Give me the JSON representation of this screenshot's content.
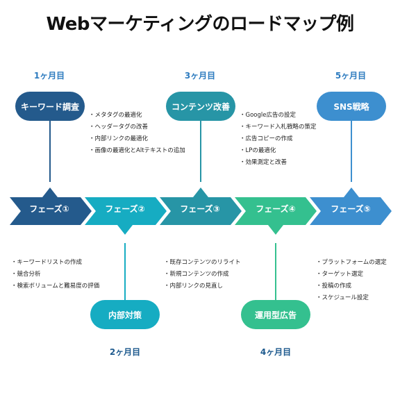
{
  "title": "Webマーケティングのロードマップ例",
  "colors": {
    "phase1": "#245a8c",
    "phase2": "#16acc2",
    "phase3": "#2795a6",
    "phase4": "#34c08f",
    "phase5": "#3d8fcf",
    "month_top": "#2d7bbf",
    "month_bottom": "#1e5a8e"
  },
  "phases": [
    {
      "label": "フェーズ①",
      "month": "1ヶ月目",
      "theme": "キーワード調査",
      "tasks": [
        "キーワードリストの作成",
        "競合分析",
        "検索ボリュームと難易度の評価"
      ],
      "subtasks": [
        "メタタグの最適化",
        "ヘッダータグの改善",
        "内部リンクの最適化",
        "画像の最適化とAltテキストの追加"
      ]
    },
    {
      "label": "フェーズ②",
      "month": "2ヶ月目",
      "theme": "内部対策"
    },
    {
      "label": "フェーズ③",
      "month": "3ヶ月目",
      "theme": "コンテンツ改善",
      "tasks": [
        "既存コンテンツのリライト",
        "新規コンテンツの作成",
        "内部リンクの見直し"
      ],
      "subtasks": [
        "Google広告の設定",
        "キーワード入札戦略の策定",
        "広告コピーの作成",
        "LPの最適化",
        "効果測定と改善"
      ]
    },
    {
      "label": "フェーズ④",
      "month": "4ヶ月目",
      "theme": "運用型広告"
    },
    {
      "label": "フェーズ⑤",
      "month": "5ヶ月目",
      "theme": "SNS戦略",
      "tasks": [
        "プラットフォームの選定",
        "ターゲット選定",
        "投稿の作成",
        "スケジュール設定"
      ]
    }
  ]
}
